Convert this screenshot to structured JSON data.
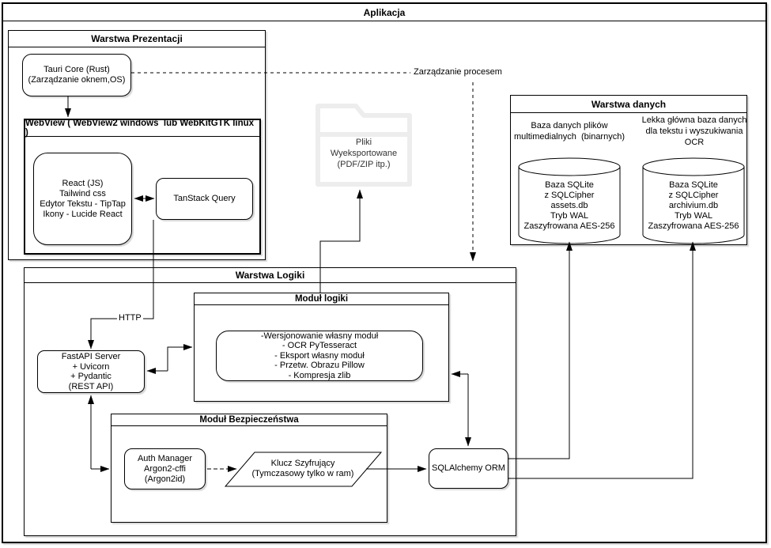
{
  "diagram": {
    "title": "Aplikacja",
    "presentation": {
      "title": "Warstwa Prezentacji",
      "tauri": "Tauri Core (Rust)\n(Zarządzanie oknem,OS)",
      "webview_title": "WebView ( WebView2 windows  lub WebKitGTK linux )",
      "react": "React (JS)\nTailwind css\nEdytor Tekstu - TipTap\nIkony - Lucide React",
      "tanstack": "TanStack Query"
    },
    "exported_files": "Pliki\nWyeksportowane\n(PDF/ZIP itp.)",
    "logic": {
      "title": "Warstwa Logiki",
      "logic_module_title": "Moduł logiki",
      "logic_module_features": "-Wersjonowanie własny moduł\n- OCR PyTesseract\n- Eksport własny moduł\n- Przetw. Obrazu Pillow\n- Kompresja zlib",
      "fastapi": "FastAPI Server\n+ Uvicorn\n+ Pydantic\n(REST API)",
      "security_module_title": "Moduł Bezpieczeństwa",
      "auth_manager": "Auth Manager\nArgon2-cffi\n(Argon2id)",
      "encryption_key": "Klucz Szyfrujący\n(Tymczasowy tylko w ram)",
      "orm": "SQLAlchemy ORM"
    },
    "data_layer": {
      "title": "Warstwa danych",
      "media_db_caption": "Baza danych plików\nmultimedialnych  (binarnych)",
      "main_db_caption": "Lekka główna baza danych\ndla tekstu i wyszukiwania\nOCR",
      "media_db": "Baza SQLite\nz SQLCipher\nassets.db\nTryb WAL\nZaszyfrowana AES-256",
      "main_db": "Baza SQLite\nz SQLCipher\narchivium.db\nTryb WAL\nZaszyfrowana AES-256"
    },
    "edge_labels": {
      "process": "Zarządzanie procesem",
      "http": "HTTP"
    },
    "colors": {
      "stroke": "#000000",
      "shadow": "#d8d8d8",
      "folder": "#ededed",
      "background": "#ffffff"
    }
  }
}
